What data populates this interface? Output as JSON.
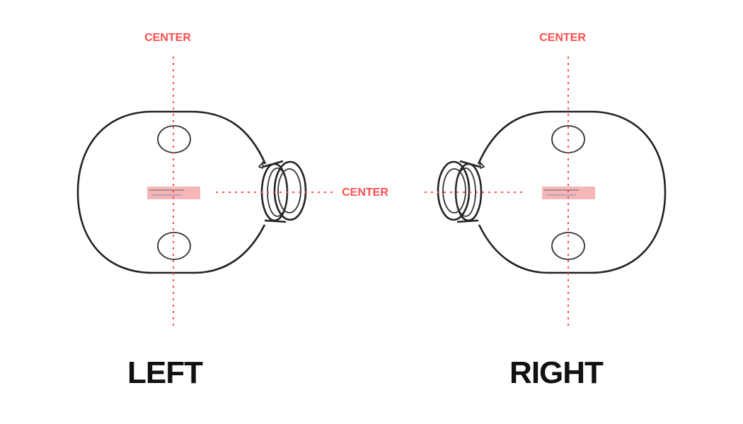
{
  "colors": {
    "guide": "#ff4d4d",
    "label_patch": "#f4b6b6",
    "outline": "#222222"
  },
  "labels": {
    "center_left": "CENTER",
    "center_right": "CENTER",
    "center_middle": "CENTER",
    "left": "LEFT",
    "right": "RIGHT"
  }
}
